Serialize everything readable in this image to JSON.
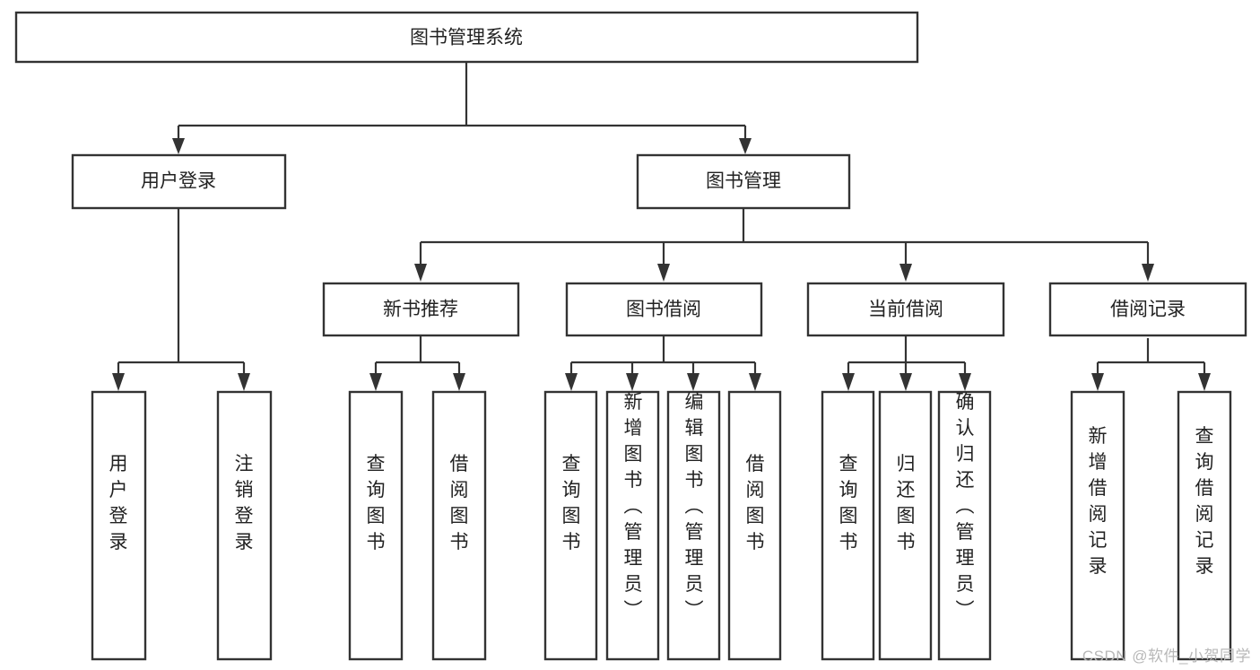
{
  "diagram": {
    "type": "tree-hierarchy-chart",
    "title": "图书管理系统",
    "watermark": "CSDN @软件_小贺同学",
    "colors": {
      "stroke": "#333333",
      "fill": "#ffffff",
      "text": "#222222",
      "watermark": "#b8b8b8"
    },
    "level1": {
      "label": "图书管理系统"
    },
    "level2": [
      {
        "label": "用户登录"
      },
      {
        "label": "图书管理"
      }
    ],
    "level3": [
      {
        "label": "新书推荐"
      },
      {
        "label": "图书借阅"
      },
      {
        "label": "当前借阅"
      },
      {
        "label": "借阅记录"
      }
    ],
    "leaves": {
      "user_login": [
        {
          "label": "用户登录"
        },
        {
          "label": "注销登录"
        }
      ],
      "new_book_recommend": [
        {
          "label": "查询图书"
        },
        {
          "label": "借阅图书"
        }
      ],
      "book_borrow": [
        {
          "label": "查询图书"
        },
        {
          "label": "新增图书（管理员）"
        },
        {
          "label": "编辑图书（管理员）"
        },
        {
          "label": "借阅图书"
        }
      ],
      "current_borrow": [
        {
          "label": "查询图书"
        },
        {
          "label": "归还图书"
        },
        {
          "label": "确认归还（管理员）"
        }
      ],
      "borrow_record": [
        {
          "label": "新增借阅记录"
        },
        {
          "label": "查询借阅记录"
        }
      ]
    }
  }
}
